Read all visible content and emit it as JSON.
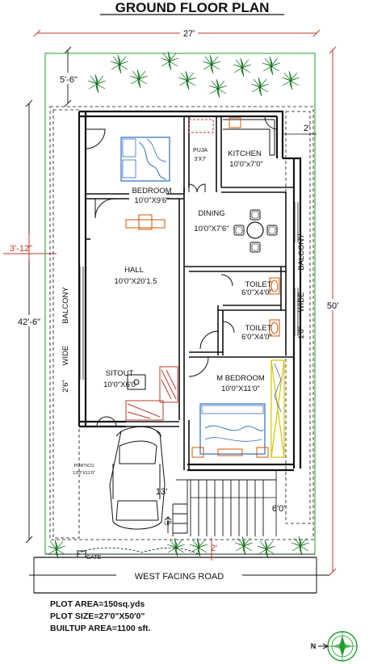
{
  "title": "GROUND FLOOR PLAN",
  "dimensions": {
    "top_width": "27'",
    "right_depth": "50'",
    "left_depth": "42'-6\"",
    "setback_top": "5'-6\"",
    "left_offset": "3'-12\"",
    "kitchen_side": "2'",
    "balcony_left_width": "2'6\"",
    "balcony_right_width": "1'6\"",
    "front_stair": "6'0\"",
    "portico_depth": "13'",
    "gate_offset": "2'"
  },
  "rooms": {
    "bedroom": {
      "name": "BEDROOM",
      "size": "10'0\"X9'6\""
    },
    "puja": {
      "name": "PUJA",
      "size": "3'X7'"
    },
    "kitchen": {
      "name": "KITCHEN",
      "size": "10'0\"x7'0\""
    },
    "dining": {
      "name": "DINING",
      "size": "10'0\"X7'6\""
    },
    "hall": {
      "name": "HALL",
      "size": "10'0\"X20'1.5"
    },
    "toilet1": {
      "name": "TOILET",
      "size": "6'0\"X4'0\""
    },
    "toilet2": {
      "name": "TOILET",
      "size": "6'0\"X4'0\""
    },
    "sitout": {
      "name": "SITOUT",
      "size": "10'0\"X6'0"
    },
    "m_bedroom": {
      "name": "M BEDROOM",
      "size": "10'0\"X11'0\""
    },
    "portico": {
      "name": "PORTICO",
      "size": "13'0\"X11'0\""
    },
    "balcony_left": {
      "name": "BALCONY",
      "wide": "WIDE"
    },
    "balcony_right": {
      "name": "BALCONY",
      "wide": "WIDE"
    }
  },
  "labels": {
    "up": "UP",
    "gate": "GATE",
    "road": "WEST FACING  ROAD",
    "north": "N"
  },
  "notes": {
    "plot_area": "PLOT AREA=150sq.yds",
    "plot_size": "PLOT SIZE=27'0\"X50'0\"",
    "builtup_area": "BUILTUP AREA=1100 sft."
  },
  "colors": {
    "wall": "#111111",
    "dimension_red": "#c0392b",
    "plant_green": "#1e9e2e",
    "furniture_orange": "#d35400",
    "bed_blue": "#2f6fbf",
    "wardrobe_yellow": "#d4c400"
  }
}
